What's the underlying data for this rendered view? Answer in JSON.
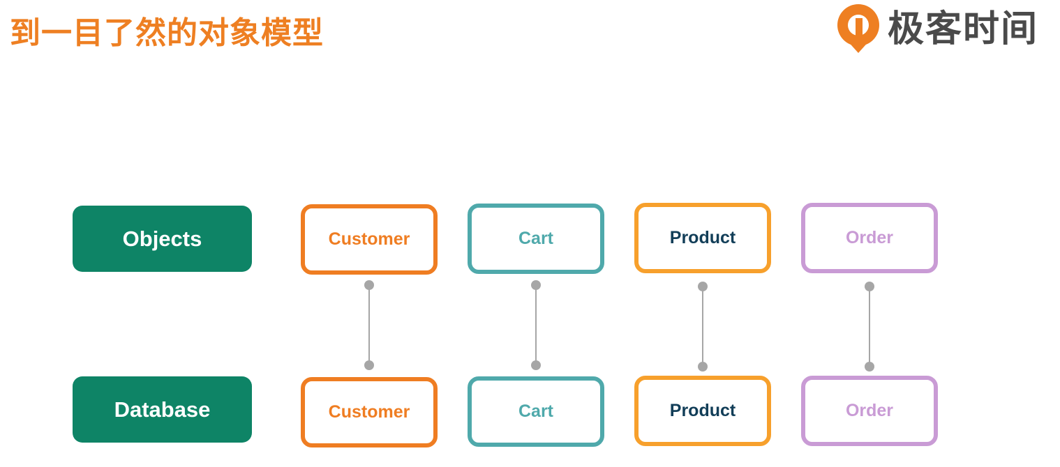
{
  "header": {
    "title": "到一目了然的对象模型",
    "brand_name": "极客时间",
    "brand_color": "#ee7f22"
  },
  "rows": {
    "objects_label": "Objects",
    "database_label": "Database",
    "label_color": "#0e8466"
  },
  "entities": [
    {
      "name": "Customer",
      "color": "#ef7d22",
      "text_color": "#ef7d22"
    },
    {
      "name": "Cart",
      "color": "#4fa9ab",
      "text_color": "#4fa9ab"
    },
    {
      "name": "Product",
      "color": "#f7a02c",
      "text_color": "#123e58"
    },
    {
      "name": "Order",
      "color": "#c99bd5",
      "text_color": "#c99bd5"
    }
  ],
  "connector_color": "#a6a6a6"
}
